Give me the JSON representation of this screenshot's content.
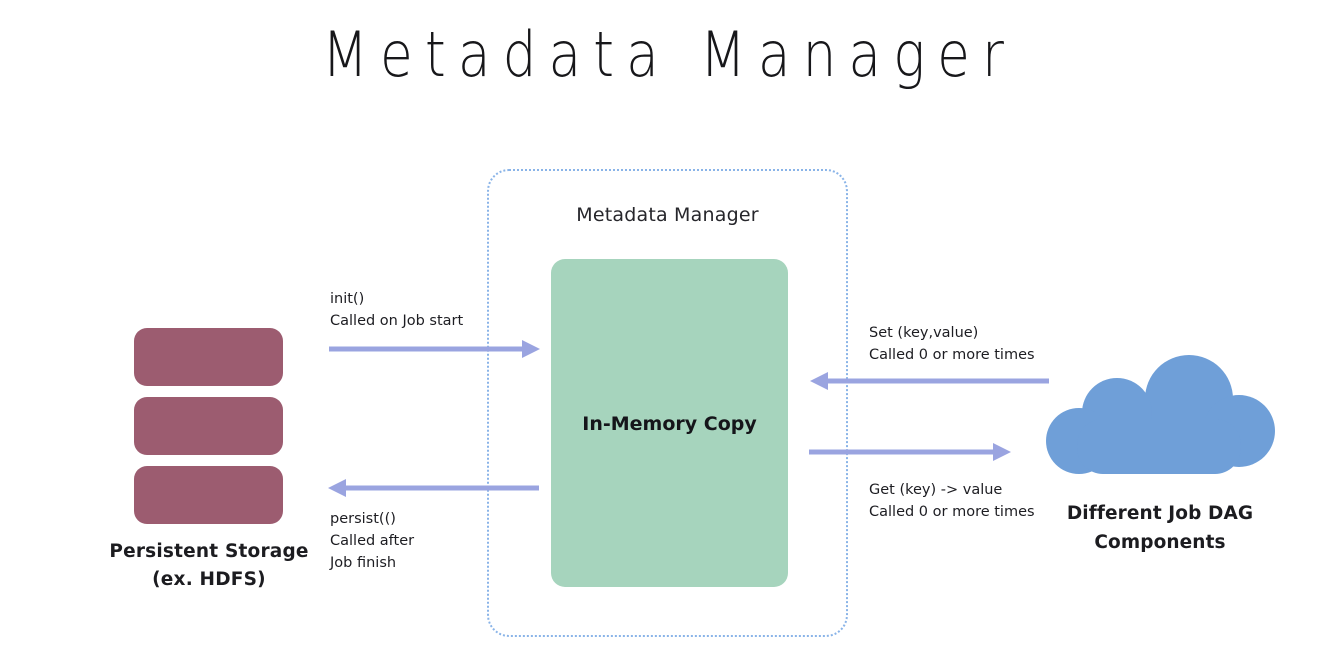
{
  "title": "Metadata Manager",
  "storage": {
    "slab_count": 3,
    "caption": "Persistent\nStorage\n(ex. HDFS)",
    "color": "#9c5c70"
  },
  "manager": {
    "label": "Metadata Manager",
    "border_color": "#8ab4e8",
    "memory_box": {
      "label": "In-Memory\nCopy",
      "color": "#a6d4bd"
    }
  },
  "consumer": {
    "caption": "Different Job\nDAG Components",
    "color": "#6f9fd8"
  },
  "arrows": {
    "color": "#9aa4e0",
    "init": {
      "label": "init()\nCalled on Job start",
      "direction": "right",
      "from": "persistent-storage",
      "to": "metadata-manager"
    },
    "persist": {
      "label": "persist(()\nCalled after\nJob finish",
      "direction": "left",
      "from": "metadata-manager",
      "to": "persistent-storage"
    },
    "set": {
      "label": "Set (key,value)\nCalled 0 or more times",
      "direction": "left",
      "from": "dag-components",
      "to": "metadata-manager"
    },
    "get": {
      "label": "Get (key) -> value\nCalled 0 or more times",
      "direction": "right",
      "from": "metadata-manager",
      "to": "dag-components"
    }
  }
}
